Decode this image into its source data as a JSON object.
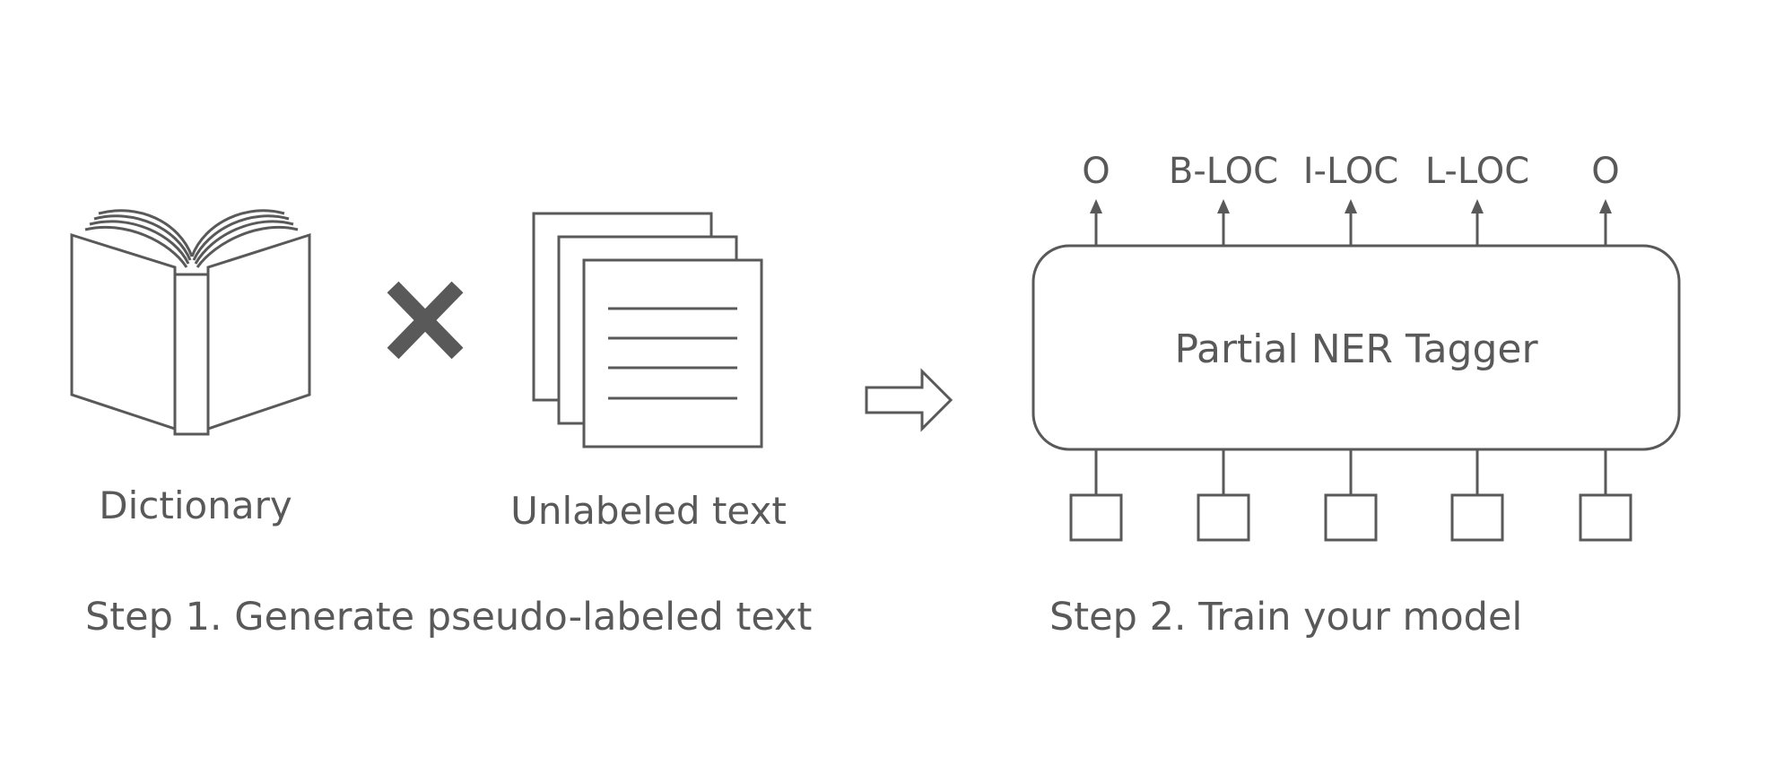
{
  "colors": {
    "stroke": "#595959",
    "x_mark": "#595959",
    "background": "#ffffff"
  },
  "step1": {
    "dictionary_label": "Dictionary",
    "unlabeled_label": "Unlabeled text",
    "caption": "Step 1. Generate pseudo-labeled text",
    "icons": [
      "open-book-icon",
      "multiply-icon",
      "document-stack-icon"
    ]
  },
  "step2": {
    "tagger_label": "Partial NER Tagger",
    "caption": "Step 2. Train your model",
    "output_tags": [
      "O",
      "B-LOC",
      "I-LOC",
      "L-LOC",
      "O"
    ],
    "input_token_count": 5
  },
  "connector_icon": "right-arrow-icon"
}
